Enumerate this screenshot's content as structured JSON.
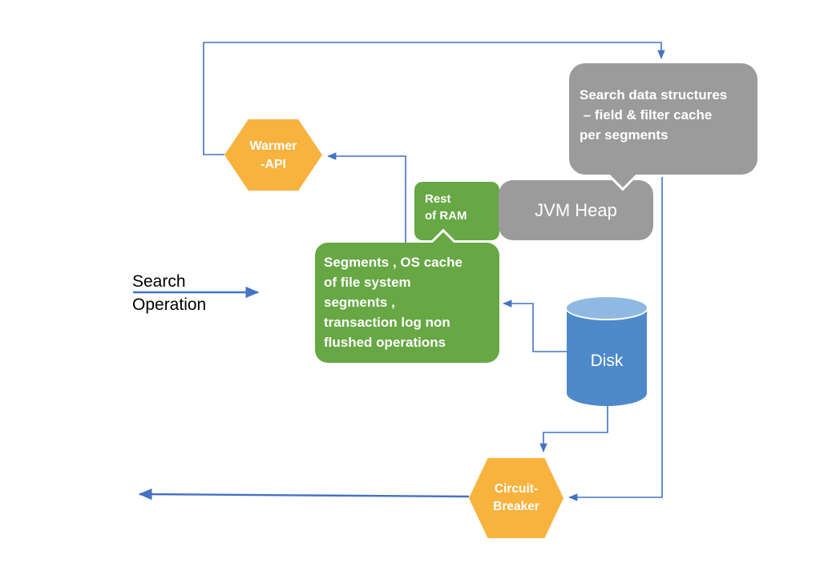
{
  "labels": {
    "search_operation": "Search\nOperation",
    "warmer_api": "Warmer\n-API",
    "rest_of_ram": "Rest\nof RAM",
    "jvm_heap": "JVM Heap",
    "gray_callout": "Search data structures\n – field & filter cache\nper segments",
    "green_callout": "Segments , OS cache\nof file system\nsegments ,\ntransaction log non\nflushed operations",
    "disk": "Disk",
    "circuit_breaker": "Circuit-\nBreaker"
  },
  "edges": [
    {
      "from": "warmer-api",
      "to": "search-data-structures-callout"
    },
    {
      "from": "segments-callout",
      "to": "warmer-api"
    },
    {
      "from": "disk",
      "to": "segments-callout"
    },
    {
      "from": "disk",
      "to": "circuit-breaker"
    },
    {
      "from": "search-data-structures-callout",
      "to": "circuit-breaker"
    },
    {
      "from": "circuit-breaker",
      "to": "exit-left"
    },
    {
      "from": "search-operation",
      "to": "diagram"
    }
  ],
  "colors": {
    "connector_blue": "#4472C4",
    "hexagon_orange": "#F7B33E",
    "green": "#67A744",
    "gray": "#9B9B9B",
    "disk_blue": "#4E8AC9",
    "disk_top_blue": "#8FB9E2",
    "text_white": "#FFFFFF",
    "text_black": "#000000"
  }
}
